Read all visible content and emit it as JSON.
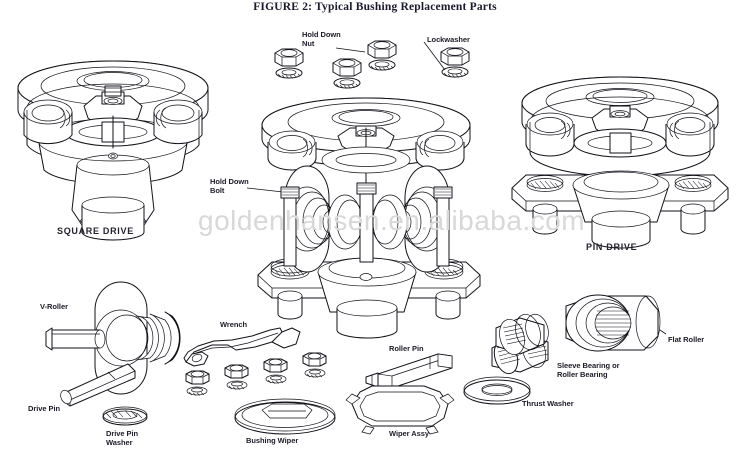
{
  "figure": {
    "title": "FIGURE 2: Typical Bushing Replacement Parts",
    "watermark": "goldenhansen.en.alibaba.com",
    "background_color": "#ffffff",
    "line_color": "#111118",
    "label_color": "#1c1c28",
    "watermark_color": "#d8d8d8"
  },
  "assemblies": [
    {
      "id": "square-drive",
      "label": "SQUARE DRIVE"
    },
    {
      "id": "pin-drive",
      "label": "PIN DRIVE"
    }
  ],
  "callouts": [
    {
      "id": "hold-down-nut",
      "label": "Hold Down\nNut"
    },
    {
      "id": "lockwasher",
      "label": "Lockwasher"
    },
    {
      "id": "hold-down-bolt",
      "label": "Hold Down\nBolt"
    }
  ],
  "parts": [
    {
      "id": "v-roller",
      "label": "V-Roller"
    },
    {
      "id": "drive-pin",
      "label": "Drive Pin"
    },
    {
      "id": "drive-pin-washer",
      "label": "Drive Pin\nWasher"
    },
    {
      "id": "wrench",
      "label": "Wrench"
    },
    {
      "id": "bushing-wiper",
      "label": "Bushing Wiper"
    },
    {
      "id": "roller-pin",
      "label": "Roller Pin"
    },
    {
      "id": "wiper-assy",
      "label": "Wiper Assy"
    },
    {
      "id": "sleeve-roller-bearing",
      "label": "Sleeve Bearing or\nRoller Bearing"
    },
    {
      "id": "thrust-washer",
      "label": "Thrust Washer"
    },
    {
      "id": "flat-roller",
      "label": "Flat Roller"
    }
  ]
}
